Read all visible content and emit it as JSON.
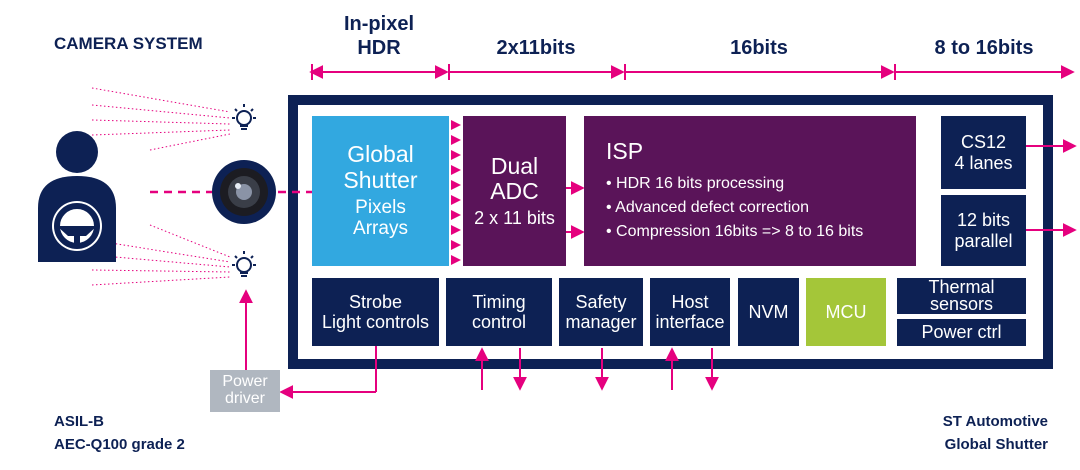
{
  "labels": {
    "camera_system": "CAMERA SYSTEM",
    "asil_b": "ASIL-B",
    "aec_q100": "AEC-Q100 grade 2",
    "st_automotive": "ST Automotive",
    "global_shutter_product": "Global Shutter"
  },
  "stages": {
    "in_pixel_line1": "In-pixel",
    "in_pixel_line2": "HDR",
    "adc_bits": "2x11bits",
    "isp_bits": "16bits",
    "output_bits": "8 to 16bits"
  },
  "blocks": {
    "global_shutter": {
      "line1": "Global",
      "line2": "Shutter",
      "line3": "Pixels",
      "line4": "Arrays"
    },
    "dual_adc": {
      "line1": "Dual",
      "line2": "ADC",
      "line3": "2 x 11 bits"
    },
    "isp": {
      "title": "ISP",
      "bullets": [
        "HDR 16 bits processing",
        "Advanced defect correction",
        "Compression 16bits => 8 to 16 bits"
      ]
    },
    "cs12": {
      "line1": "CS12",
      "line2": "4 lanes"
    },
    "parallel": {
      "line1": "12 bits",
      "line2": "parallel"
    },
    "strobe": {
      "line1": "Strobe",
      "line2": "Light controls"
    },
    "timing": {
      "line1": "Timing",
      "line2": "control"
    },
    "safety": {
      "line1": "Safety",
      "line2": "manager"
    },
    "host": {
      "line1": "Host",
      "line2": "interface"
    },
    "nvm": "NVM",
    "mcu": "MCU",
    "thermal": {
      "line1": "Thermal",
      "line2": "sensors"
    },
    "power_ctrl": "Power ctrl",
    "power_driver": {
      "line1": "Power",
      "line2": "driver"
    }
  },
  "colors": {
    "navy": "#0d2154",
    "purple": "#5a1459",
    "pixel_blue": "#32a8e0",
    "mcu_green": "#a4c639",
    "magenta": "#e5007e",
    "power_driver_gray": "#b0b7c0"
  },
  "icons": {
    "driver": "driver-with-steering-wheel-icon",
    "camera": "camera-lens-icon",
    "light": "light-bulb-icon"
  }
}
